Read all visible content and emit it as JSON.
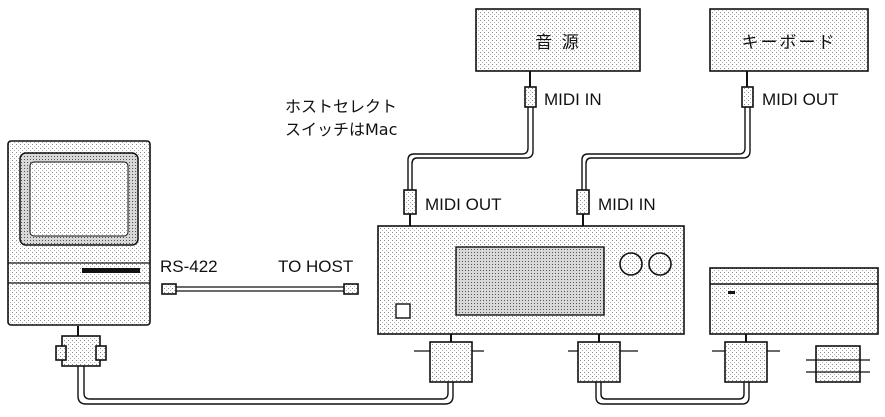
{
  "labels": {
    "sound_source": "音 源",
    "keyboard": "キーボード",
    "host_select_line1": "ホストセレクト",
    "host_select_line2": "スイッチはMac",
    "midi_in_top": "MIDI IN",
    "midi_out_top": "MIDI OUT",
    "midi_out_mid": "MIDI OUT",
    "midi_in_mid": "MIDI IN",
    "rs422": "RS-422",
    "to_host": "TO HOST"
  }
}
